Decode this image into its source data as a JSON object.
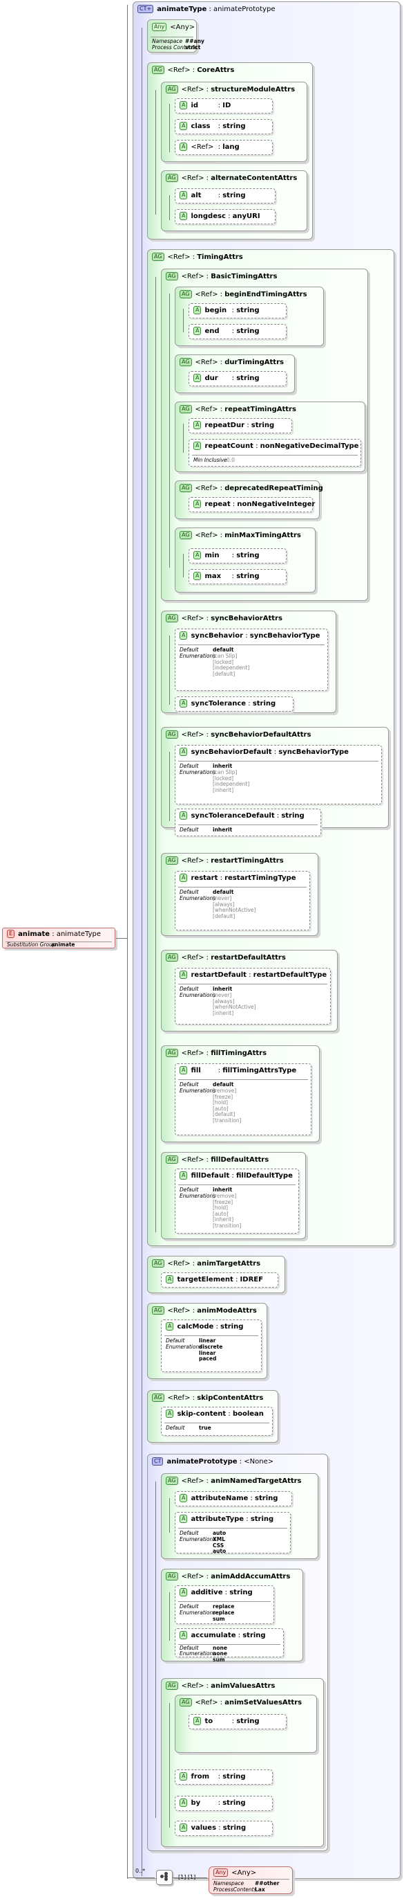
{
  "element": {
    "tag": "E",
    "name": "animate",
    "type": "animateType",
    "props": [
      [
        "Substitution Group",
        "animate"
      ]
    ]
  },
  "root_ct": {
    "tag": "CT+",
    "label": "animateType",
    "type": "animatePrototype"
  },
  "any1": {
    "tag": "Any",
    "label": "<Any>",
    "props": [
      [
        "Namespace",
        "##any"
      ],
      [
        "Process Contents",
        "strict"
      ]
    ]
  },
  "any2": {
    "tag": "Any",
    "label": "<Any>",
    "props": [
      [
        "Namespace",
        "##other"
      ],
      [
        "ProcessContents",
        "Lax"
      ]
    ]
  },
  "seq": {
    "occurs": "0..*",
    "mult": "[1] [1]"
  },
  "groups": {
    "core": {
      "tag": "AG",
      "ref": "<Ref>",
      "name": "CoreAttrs"
    },
    "structure": {
      "tag": "AG",
      "ref": "<Ref>",
      "name": "structureModuleAttrs",
      "attrs": [
        [
          "id",
          "ID"
        ],
        [
          "class",
          "string"
        ],
        [
          "<Ref>",
          "lang"
        ]
      ]
    },
    "altcontent": {
      "tag": "AG",
      "ref": "<Ref>",
      "name": "alternateContentAttrs",
      "attrs": [
        [
          "alt",
          "string"
        ],
        [
          "longdesc",
          "anyURI"
        ]
      ]
    },
    "timing": {
      "tag": "AG",
      "ref": "<Ref>",
      "name": "TimingAttrs"
    },
    "basictiming": {
      "tag": "AG",
      "ref": "<Ref>",
      "name": "BasicTimingAttrs"
    },
    "beginend": {
      "tag": "AG",
      "ref": "<Ref>",
      "name": "beginEndTimingAttrs",
      "attrs": [
        [
          "begin",
          "string"
        ],
        [
          "end",
          "string"
        ]
      ]
    },
    "dur": {
      "tag": "AG",
      "ref": "<Ref>",
      "name": "durTimingAttrs",
      "attrs": [
        [
          "dur",
          "string"
        ]
      ]
    },
    "repeat": {
      "tag": "AG",
      "ref": "<Ref>",
      "name": "repeatTimingAttrs",
      "attrs": [
        [
          "repeatDur",
          "string"
        ],
        [
          "repeatCount",
          "nonNegativeDecimalType"
        ]
      ],
      "props": [
        [
          "Min Inclusive",
          "0.0"
        ]
      ]
    },
    "deprepeat": {
      "tag": "AG",
      "ref": "<Ref>",
      "name": "deprecatedRepeatTiming",
      "attrs": [
        [
          "repeat",
          "nonNegativeInteger"
        ]
      ]
    },
    "minmax": {
      "tag": "AG",
      "ref": "<Ref>",
      "name": "minMaxTimingAttrs",
      "attrs": [
        [
          "min",
          "string"
        ],
        [
          "max",
          "string"
        ]
      ]
    },
    "syncbeh": {
      "tag": "AG",
      "ref": "<Ref>",
      "name": "syncBehaviorAttrs",
      "attrs": [
        [
          "syncBehavior",
          "syncBehaviorType"
        ],
        [
          "syncTolerance",
          "string"
        ]
      ],
      "props": [
        [
          "Default",
          "default"
        ],
        [
          "Enumerations",
          "[can Slip]\n[locked]\n[independent]\n[default]"
        ]
      ]
    },
    "syncdef": {
      "tag": "AG",
      "ref": "<Ref>",
      "name": "syncBehaviorDefaultAttrs",
      "attrs": [
        [
          "syncBehaviorDefault",
          "syncBehaviorType"
        ],
        [
          "syncToleranceDefault",
          "string"
        ]
      ],
      "props": [
        [
          "Default",
          "inherit"
        ],
        [
          "Enumerations",
          "[can Slip]\n[locked]\n[independent]\n[inherit]"
        ]
      ],
      "props2": [
        [
          "Default",
          "inherit"
        ]
      ]
    },
    "restart": {
      "tag": "AG",
      "ref": "<Ref>",
      "name": "restartTimingAttrs",
      "attrs": [
        [
          "restart",
          "restartTimingType"
        ]
      ],
      "props": [
        [
          "Default",
          "default"
        ],
        [
          "Enumerations",
          "[never]\n[always]\n[whenNotActive]\n[default]"
        ]
      ]
    },
    "restartdef": {
      "tag": "AG",
      "ref": "<Ref>",
      "name": "restartDefaultAttrs",
      "attrs": [
        [
          "restartDefault",
          "restartDefaultType"
        ]
      ],
      "props": [
        [
          "Default",
          "inherit"
        ],
        [
          "Enumerations",
          "[never]\n[always]\n[whenNotActive]\n[inherit]"
        ]
      ]
    },
    "fill": {
      "tag": "AG",
      "ref": "<Ref>",
      "name": "fillTimingAttrs",
      "attrs": [
        [
          "fill",
          "fillTimingAttrsType"
        ]
      ],
      "props": [
        [
          "Default",
          "default"
        ],
        [
          "Enumerations",
          "[remove]\n[freeze]\n[hold]\n[auto]\n[default]\n[transition]"
        ]
      ]
    },
    "filldef": {
      "tag": "AG",
      "ref": "<Ref>",
      "name": "fillDefaultAttrs",
      "attrs": [
        [
          "fillDefault",
          "fillDefaultType"
        ]
      ],
      "props": [
        [
          "Default",
          "inherit"
        ],
        [
          "Enumerations",
          "[remove]\n[freeze]\n[hold]\n[auto]\n[inherit]\n[transition]"
        ]
      ]
    },
    "animtarget": {
      "tag": "AG",
      "ref": "<Ref>",
      "name": "animTargetAttrs",
      "attrs": [
        [
          "targetElement",
          "IDREF"
        ]
      ]
    },
    "animmode": {
      "tag": "AG",
      "ref": "<Ref>",
      "name": "animModeAttrs",
      "attrs": [
        [
          "calcMode",
          "string"
        ]
      ],
      "props": [
        [
          "Default",
          "linear"
        ],
        [
          "Enumerations",
          "discrete\nlinear\npaced"
        ]
      ]
    },
    "skip": {
      "tag": "AG",
      "ref": "<Ref>",
      "name": "skipContentAttrs",
      "attrs": [
        [
          "skip-content",
          "boolean"
        ]
      ],
      "props": [
        [
          "Default",
          "true"
        ]
      ]
    },
    "proto": {
      "tag": "CT",
      "name": "animatePrototype",
      "base": "<None>"
    },
    "namedtarget": {
      "tag": "AG",
      "ref": "<Ref>",
      "name": "animNamedTargetAttrs",
      "attrs": [
        [
          "attributeName",
          "string"
        ],
        [
          "attributeType",
          "string"
        ]
      ],
      "props": [
        [
          "Default",
          "auto"
        ],
        [
          "Enumerations",
          "XML\nCSS\nauto"
        ]
      ]
    },
    "addaccum": {
      "tag": "AG",
      "ref": "<Ref>",
      "name": "animAddAccumAttrs",
      "attrs": [
        [
          "additive",
          "string"
        ],
        [
          "accumulate",
          "string"
        ]
      ],
      "props": [
        [
          "Default",
          "replace"
        ],
        [
          "Enumerations",
          "replace\nsum"
        ]
      ],
      "props2": [
        [
          "Default",
          "none"
        ],
        [
          "Enumerations",
          "none\nsum"
        ]
      ]
    },
    "values": {
      "tag": "AG",
      "ref": "<Ref>",
      "name": "animValuesAttrs",
      "attrs": [
        [
          "from",
          "string"
        ],
        [
          "by",
          "string"
        ],
        [
          "values",
          "string"
        ]
      ]
    },
    "setvalues": {
      "tag": "AG",
      "ref": "<Ref>",
      "name": "animSetValuesAttrs",
      "attrs": [
        [
          "to",
          "string"
        ]
      ]
    }
  }
}
